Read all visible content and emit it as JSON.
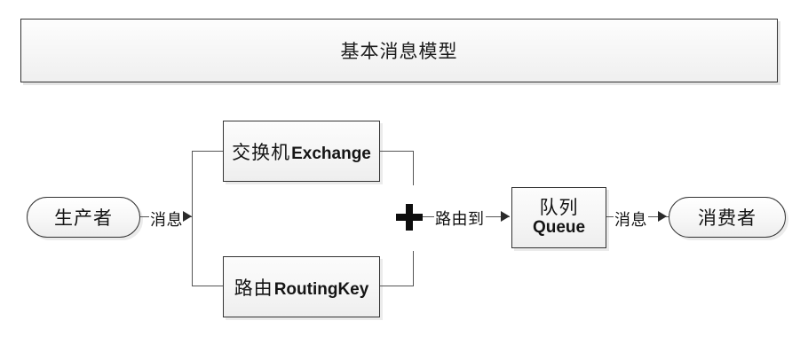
{
  "diagram": {
    "title": "基本消息模型",
    "nodes": {
      "producer": {
        "label": "生产者"
      },
      "exchange": {
        "label_cn": "交换机",
        "label_en": "Exchange"
      },
      "routing_key": {
        "label_cn": "路由",
        "label_en": "RoutingKey"
      },
      "queue": {
        "label_cn": "队列",
        "label_en": "Queue"
      },
      "consumer": {
        "label": "消费者"
      }
    },
    "junction": {
      "symbol": "+"
    },
    "edges": {
      "producer_to_bracket": {
        "label": "消息"
      },
      "junction_to_queue": {
        "label": "路由到"
      },
      "queue_to_consumer": {
        "label": "消息"
      }
    },
    "colors": {
      "border": "#333333",
      "connector": "#555555",
      "arrow": "#2b2b2b",
      "text": "#141414",
      "canvas": "#ffffff"
    }
  }
}
